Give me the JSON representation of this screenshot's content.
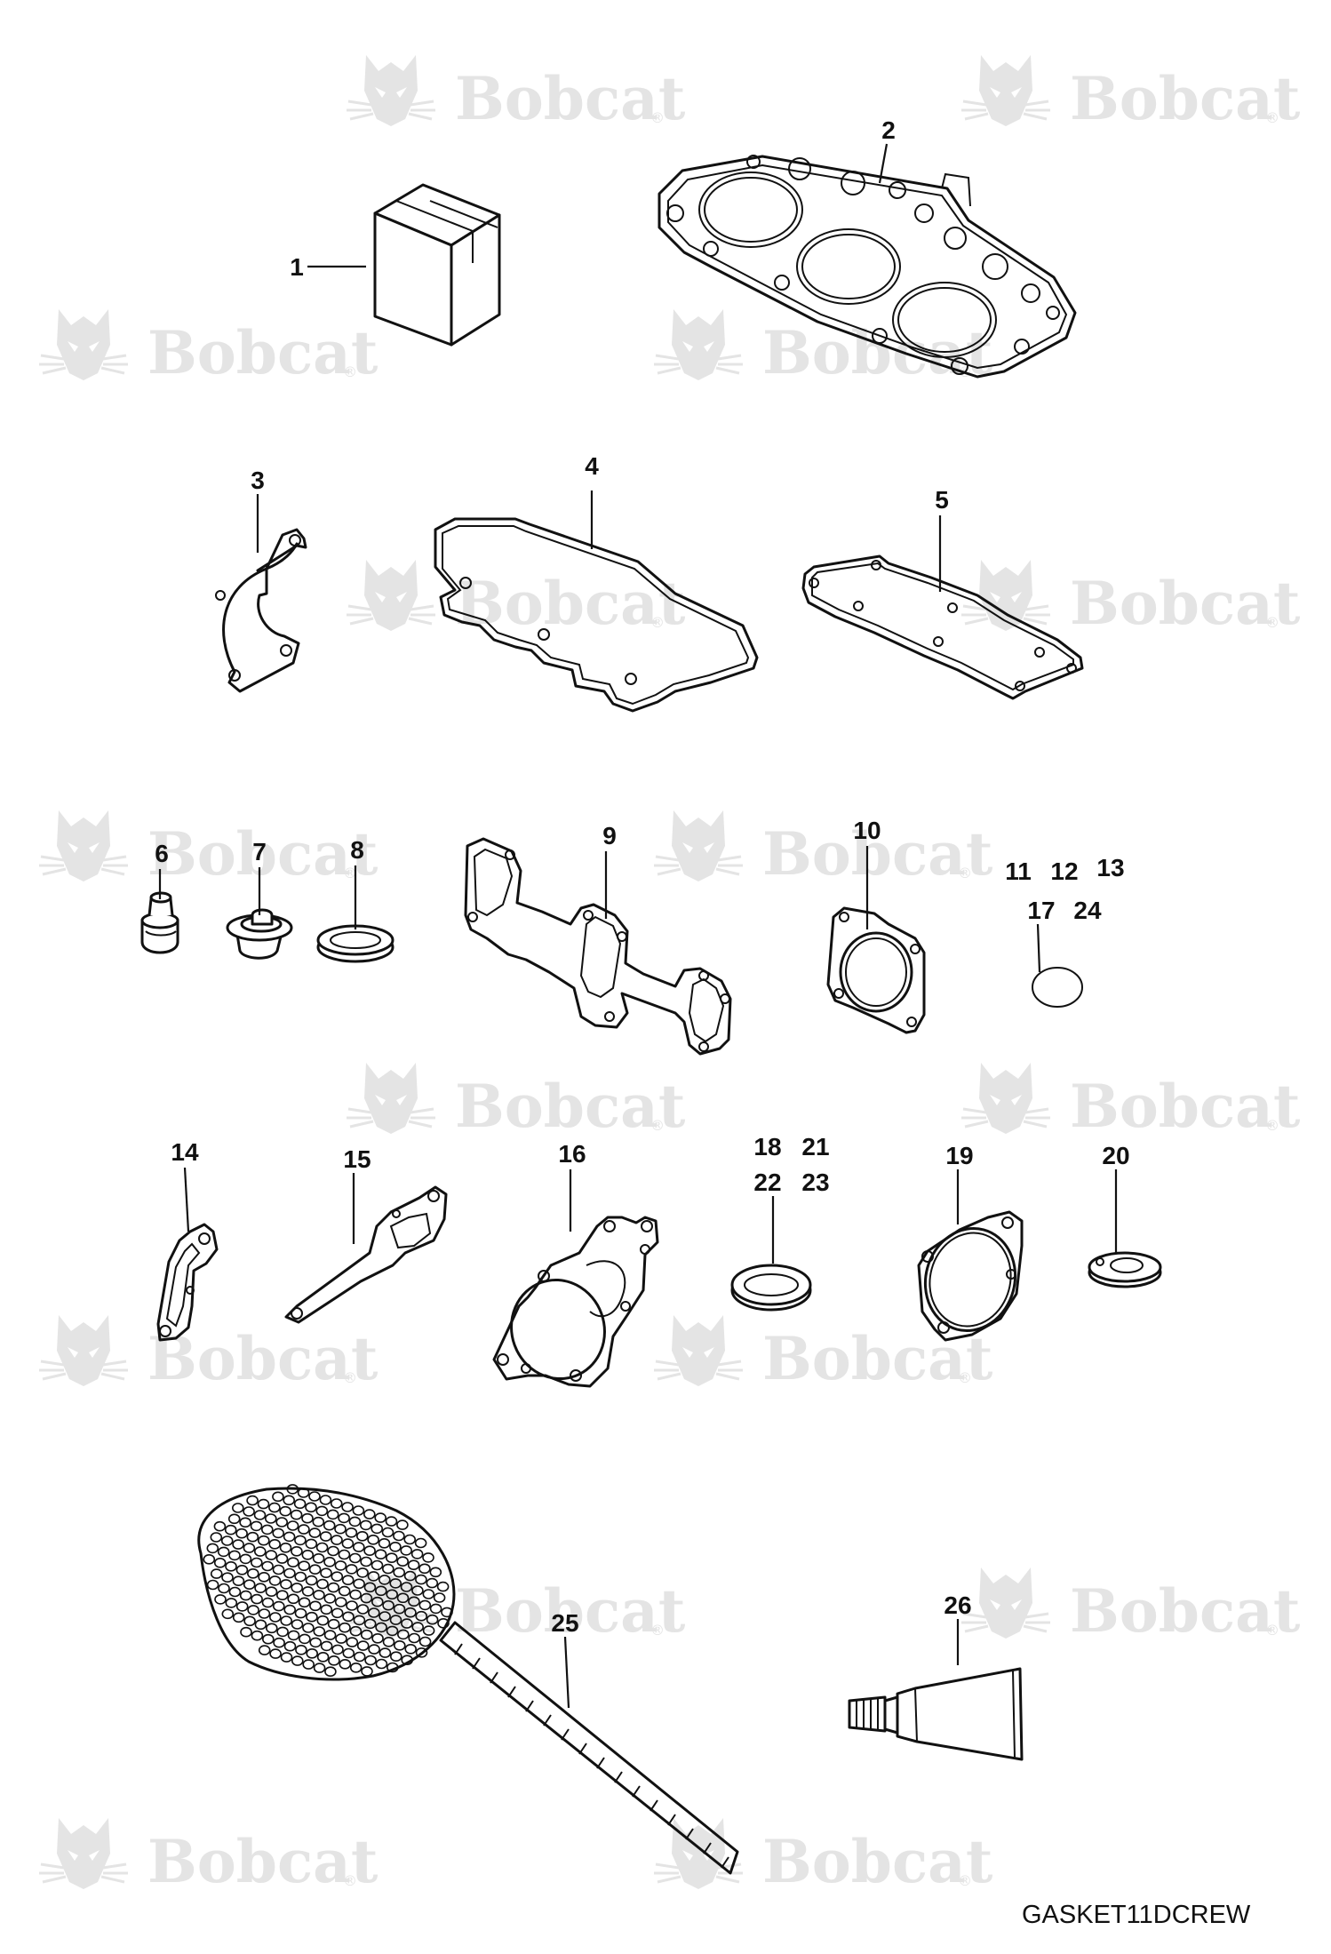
{
  "watermark": {
    "brand": "Bobcat",
    "reg": "®"
  },
  "callouts": [
    {
      "id": "1",
      "label": "1"
    },
    {
      "id": "2",
      "label": "2"
    },
    {
      "id": "3",
      "label": "3"
    },
    {
      "id": "4",
      "label": "4"
    },
    {
      "id": "5",
      "label": "5"
    },
    {
      "id": "6",
      "label": "6"
    },
    {
      "id": "7",
      "label": "7"
    },
    {
      "id": "8",
      "label": "8"
    },
    {
      "id": "9",
      "label": "9"
    },
    {
      "id": "10",
      "label": "10"
    },
    {
      "id": "11",
      "label": "11"
    },
    {
      "id": "12",
      "label": "12"
    },
    {
      "id": "13",
      "label": "13"
    },
    {
      "id": "17",
      "label": "17"
    },
    {
      "id": "24",
      "label": "24"
    },
    {
      "id": "14",
      "label": "14"
    },
    {
      "id": "15",
      "label": "15"
    },
    {
      "id": "16",
      "label": "16"
    },
    {
      "id": "18",
      "label": "18"
    },
    {
      "id": "21",
      "label": "21"
    },
    {
      "id": "22",
      "label": "22"
    },
    {
      "id": "23",
      "label": "23"
    },
    {
      "id": "19",
      "label": "19"
    },
    {
      "id": "20",
      "label": "20"
    },
    {
      "id": "25",
      "label": "25"
    },
    {
      "id": "26",
      "label": "26"
    }
  ],
  "drawing_code": "GASKET11DCREW"
}
